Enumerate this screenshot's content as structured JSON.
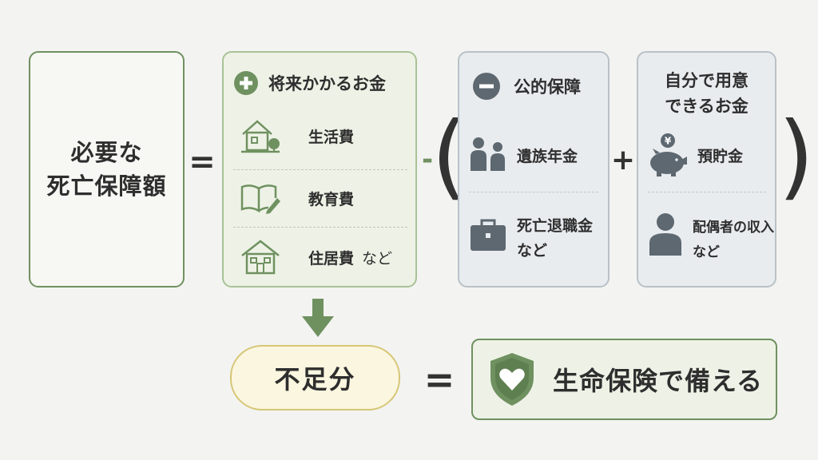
{
  "need": {
    "line1": "必要な",
    "line2": "死亡保障額"
  },
  "operators": {
    "equals": "=",
    "minus": "-",
    "open_paren": "(",
    "close_paren": ")",
    "plus": "+"
  },
  "future_costs": {
    "header": "将来かかるお金",
    "items": [
      {
        "label": "生活費",
        "icon": "house-tree-icon"
      },
      {
        "label": "教育費",
        "icon": "book-pencil-icon"
      },
      {
        "label": "住居費",
        "suffix": "など",
        "icon": "house-icon"
      }
    ]
  },
  "public_security": {
    "header": "公的保障",
    "items": [
      {
        "label": "遺族年金",
        "icon": "family-icon"
      },
      {
        "label": "死亡退職金",
        "suffix": "など",
        "icon": "briefcase-icon"
      }
    ]
  },
  "self_prepared": {
    "header_line1": "自分で用意",
    "header_line2": "できるお金",
    "items": [
      {
        "label": "預貯金",
        "icon": "piggy-bank-icon",
        "coin_symbol": "¥"
      },
      {
        "label": "配偶者の収入",
        "suffix": "など",
        "icon": "person-icon"
      }
    ]
  },
  "shortfall": {
    "label": "不足分"
  },
  "insurance": {
    "label": "生命保険で備える",
    "icon": "shield-heart-icon"
  },
  "colors": {
    "green": "#6f9160",
    "light_green": "#eef2e6",
    "gray_icon": "#5d6870",
    "yellow_border": "#d6c676"
  }
}
